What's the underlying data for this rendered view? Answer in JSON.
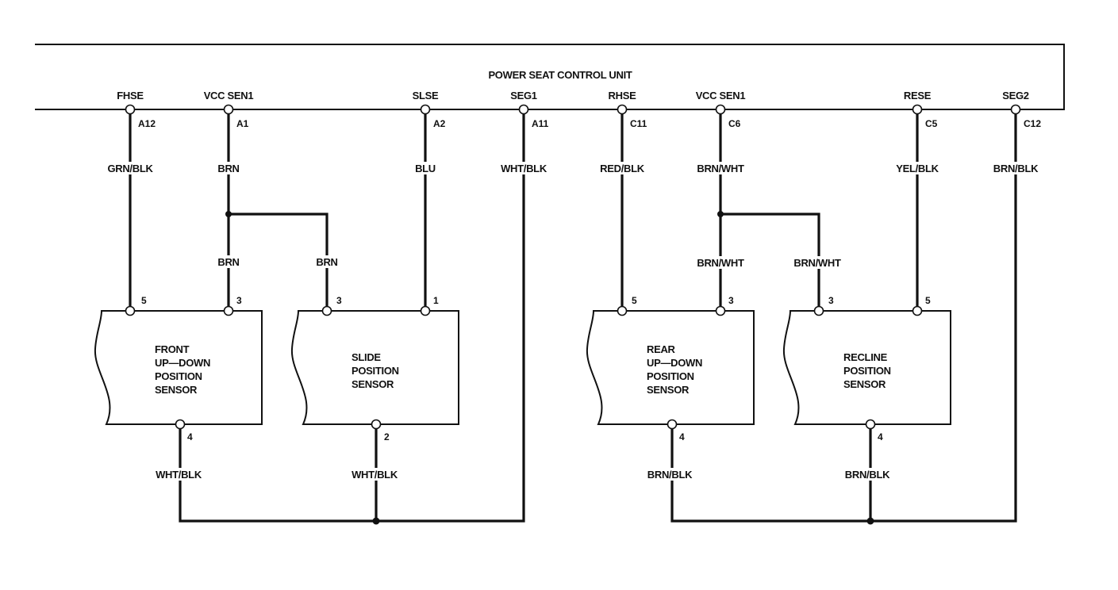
{
  "title": "POWER SEAT CONTROL UNIT",
  "control_unit_pins": [
    {
      "name": "FHSE",
      "connector": "A12",
      "wire": "GRN/BLK"
    },
    {
      "name": "VCC SEN1",
      "connector": "A1",
      "wire": "BRN"
    },
    {
      "name": "SLSE",
      "connector": "A2",
      "wire": "BLU"
    },
    {
      "name": "SEG1",
      "connector": "A11",
      "wire": "WHT/BLK"
    },
    {
      "name": "RHSE",
      "connector": "C11",
      "wire": "RED/BLK"
    },
    {
      "name": "VCC SEN1",
      "connector": "C6",
      "wire": "BRN/WHT"
    },
    {
      "name": "RESE",
      "connector": "C5",
      "wire": "YEL/BLK"
    },
    {
      "name": "SEG2",
      "connector": "C12",
      "wire": "BRN/BLK"
    }
  ],
  "branch_wires": [
    {
      "id": "front-vcc",
      "wire": "BRN"
    },
    {
      "id": "slide-vcc",
      "wire": "BRN"
    },
    {
      "id": "rear-vcc",
      "wire": "BRN/WHT"
    },
    {
      "id": "recline-vcc",
      "wire": "BRN/WHT"
    }
  ],
  "sensors": [
    {
      "id": "front",
      "lines": [
        "FRONT",
        "UP—DOWN",
        "POSITION",
        "SENSOR"
      ],
      "top_pins": [
        "5",
        "3"
      ],
      "bottom_pin": "4",
      "ground_wire": "WHT/BLK"
    },
    {
      "id": "slide",
      "lines": [
        "SLIDE",
        "POSITION",
        "SENSOR"
      ],
      "top_pins": [
        "3",
        "1"
      ],
      "bottom_pin": "2",
      "ground_wire": "WHT/BLK"
    },
    {
      "id": "rear",
      "lines": [
        "REAR",
        "UP—DOWN",
        "POSITION",
        "SENSOR"
      ],
      "top_pins": [
        "5",
        "3"
      ],
      "bottom_pin": "4",
      "ground_wire": "BRN/BLK"
    },
    {
      "id": "recline",
      "lines": [
        "RECLINE",
        "POSITION",
        "SENSOR"
      ],
      "top_pins": [
        "3",
        "5"
      ],
      "bottom_pin": "4",
      "ground_wire": "BRN/BLK"
    }
  ]
}
